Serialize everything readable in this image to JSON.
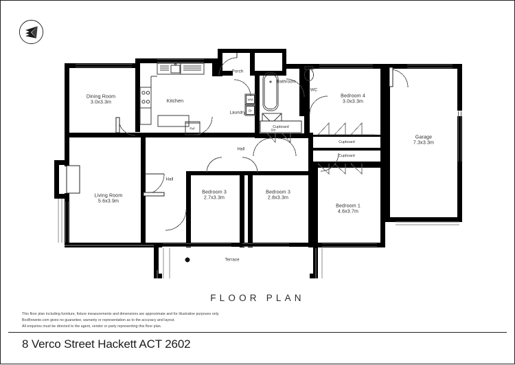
{
  "document": {
    "plan_title": "FLOOR PLAN",
    "address": "8 Verco Street Hackett ACT 2602",
    "compass_icon": "north-arrow-compass-icon"
  },
  "disclaimer": {
    "line1": "This floor plan including furniture, fixture measurements and dimensions are approximate and for illustrative purposes only.",
    "line2": "BoxBrownie.com gives no guarantee, warranty or representation as to the accuracy and layout.",
    "line3": "All enquiries must be directed to the agent, vendor or party representing this floor plan."
  },
  "rooms": {
    "dining": {
      "name": "Dining Room",
      "dims": "3.0x3.3m"
    },
    "kitchen": {
      "name": "Kitchen",
      "dims": ""
    },
    "porch": {
      "name": "Porch",
      "dims": ""
    },
    "laundry": {
      "name": "Laundry",
      "dims": ""
    },
    "bathroom": {
      "name": "Bathroom",
      "dims": ""
    },
    "wc": {
      "name": "WC",
      "dims": ""
    },
    "bedroom4": {
      "name": "Bedroom 4",
      "dims": "3.0x3.3m"
    },
    "garage": {
      "name": "Garage",
      "dims": "7.3x3.3m"
    },
    "living": {
      "name": "Living Room",
      "dims": "5.6x3.9m"
    },
    "hall_left": {
      "name": "Hall",
      "dims": ""
    },
    "hall_centre": {
      "name": "Hall",
      "dims": ""
    },
    "bedroom3a": {
      "name": "Bedroom 3",
      "dims": "2.7x3.3m"
    },
    "bedroom3b": {
      "name": "Bedroom 3",
      "dims": "2.8x3.3m"
    },
    "bedroom1": {
      "name": "Bedroom 1",
      "dims": "4.6x3.7m"
    },
    "terrace": {
      "name": "Terrace",
      "dims": ""
    }
  },
  "fixtures": {
    "washing_machine": "WM",
    "dryer": "Dr",
    "shower": "Shr",
    "refrigerator": "Ref",
    "cupboard_hall": "Cupboard",
    "cupboard_upper": "Cupboard",
    "cupboard_lower": "Cupboard"
  },
  "colors": {
    "wall": "#000000",
    "line": "#231f20",
    "text": "#2b2b2b",
    "paper": "#ffffff",
    "thin_line": "#8c8c8c"
  }
}
